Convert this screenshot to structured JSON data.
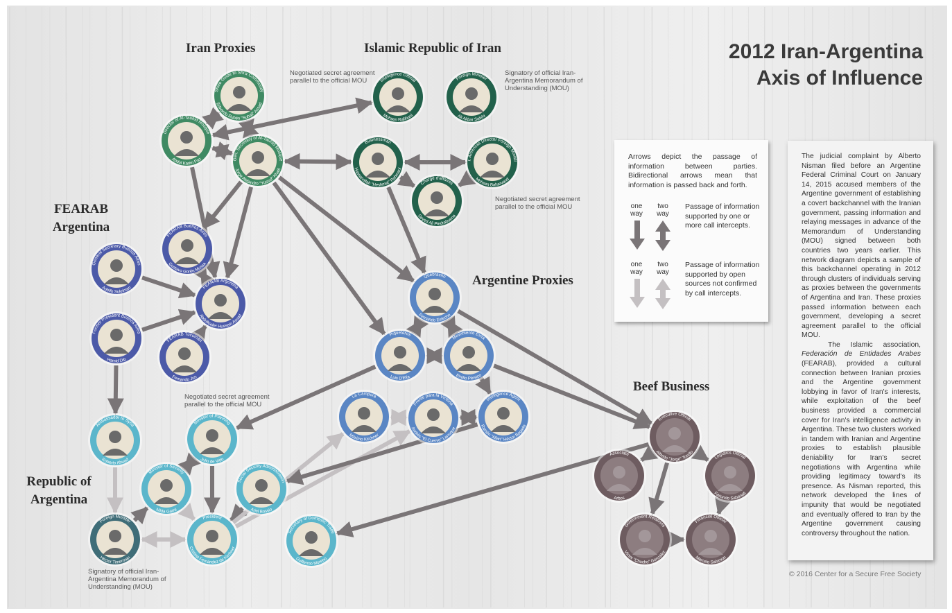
{
  "title": {
    "line1": "2012 Iran-Argentina",
    "line2": "Axis of Influence"
  },
  "section_titles": {
    "iran_proxies": "Iran Proxies",
    "islamic_republic": "Islamic Republic of Iran",
    "fearab_1": "FEARAB",
    "fearab_2": "Argentina",
    "argentine_proxies": "Argentine Proxies",
    "beef_business": "Beef Business",
    "republic_1": "Republic of",
    "republic_2": "Argentina"
  },
  "notes": {
    "secret_agreement_top_1": "Negotiated secret agreement",
    "secret_agreement_top_2": "parallel to the official MOU",
    "signatory_iran_1": "Signatory of official Iran-",
    "signatory_iran_2": "Argentina Memorandum of",
    "signatory_iran_3": "Understanding (MOU)",
    "secret_agreement_iran_1": "Negotiated secret agreement",
    "secret_agreement_iran_2": "parallel to the official MOU",
    "secret_agreement_arg_1": "Negotiated secret agreement",
    "secret_agreement_arg_2": "parallel to the official MOU",
    "signatory_arg_1": "Signatory of official Iran-",
    "signatory_arg_2": "Argentina Memorandum of",
    "signatory_arg_3": "Understanding (MOU)"
  },
  "legend": {
    "intro": "Arrows depict the passage of information between parties. Bidirectional arrows mean that information is passed back and forth.",
    "one_way_1": "one",
    "one_way_2": "way",
    "two_way_1": "two",
    "two_way_2": "way",
    "confirmed": "Passage of information supported by one or more call intercepts.",
    "unconfirmed": "Passage of information supported by open sources not confirmed by call intercepts.",
    "colors": {
      "confirmed": "#7a7577",
      "unconfirmed": "#c4c0c2"
    }
  },
  "description": {
    "p1": "The judicial complaint by Alberto Nisman filed before an Argentine Federal Criminal Court on January 14, 2015 accused members of the Argentine government of establishing a covert backchannel with the Iranian government, passing information and relaying messages in advance of the Memorandum of Understanding (MOU) signed between both countries two years earlier. This network diagram depicts a sample of this backchannel operating in 2012 through clusters of individuals serving as proxies between the governments of Argentina and Iran. These proxies passed information between each government, developing a secret agreement parallel to the official MOU.",
    "p2_a": "The Islamic association,",
    "p2_italic": "Federación de Entidades Arabes",
    "p2_b": "(FEARAB), provided a cultural connection between Iranian proxies and the Argentine government lobbying in favor of Iran's interests, while exploitation of the beef business provided a commercial cover for Iran's intelligence activity in Argentina. These two clusters worked in tandem with Iranian and Argentine proxies to establish plausible deniability for Iran's secret negotiations with Argentina while providing legitimacy toward's its presence. As Nisman reported, this network developed the lines of impunity that would be negotiated and eventually offered to Iran by the Argentine government causing controversy throughout the nation."
  },
  "copyright": "© 2016 Center for a Secure Free Society",
  "cluster_colors": {
    "iran_proxies": "#3f8a63",
    "iran_gov": "#22614b",
    "fearab": "#4c5aa8",
    "argentine_proxies": "#5a86c4",
    "republic": "#5bb6cb",
    "republic_dark": "#3f6d78",
    "beef": "#6e5c60"
  },
  "nodes": [
    {
      "id": "kabbani",
      "role": "Shiite Guide to Shi'a Community",
      "name": "Edwardo Rubén \"Suhail\" Assad",
      "cluster": "iran_proxies"
    },
    {
      "id": "karim",
      "role": "Director of Al-Tauhid Mosque",
      "name": "Abdul Karim Paz",
      "cluster": "iran_proxies"
    },
    {
      "id": "khalil",
      "role": "Gen. Secretary of Al-Tauhid Mosque",
      "name": "Jorge Alejandro \"Yussuf\" Khalil",
      "cluster": "iran_proxies"
    },
    {
      "id": "rabbani",
      "role": "Intelligence Official",
      "name": "Mohsen Rabbani",
      "cluster": "iran_gov"
    },
    {
      "id": "salehi",
      "role": "Foreign Minister",
      "name": "Ali Akbar Salehi",
      "cluster": "iran_gov"
    },
    {
      "id": "rahmani",
      "role": "Businessman",
      "name": "Hassanollah \"Heshmat\" Rahmani",
      "cluster": "iran_gov"
    },
    {
      "id": "baharvand",
      "role": "Sr. Americas Director Foreign Ministry",
      "name": "Mohsen Baharvand",
      "cluster": "iran_gov"
    },
    {
      "id": "piedrabuena",
      "role": "Chargé d'affaires",
      "name": "Seyed Ali Piedrabuena",
      "cluster": "iran_gov"
    },
    {
      "id": "mussa",
      "role": "FEARAB Buenos Aires",
      "name": "Gustavo Gorén Mussa",
      "cluster": "fearab"
    },
    {
      "id": "suleiman",
      "role": "General Secretary Buenos Aires",
      "name": "Adolfo Suleiman",
      "cluster": "fearab"
    },
    {
      "id": "assad",
      "role": "FEARAB Argentina",
      "name": "Abdelkader Hussein Assad",
      "cluster": "fearab"
    },
    {
      "id": "dib",
      "role": "Former President Buenos Aires",
      "name": "Hamid Dib",
      "cluster": "fearab"
    },
    {
      "id": "jun",
      "role": "FEARAB Tucumán",
      "name": "Fernando Jun",
      "cluster": "fearab"
    },
    {
      "id": "esteche",
      "role": "Quebracho",
      "name": "Fernando Esteche",
      "cluster": "argentine_proxies"
    },
    {
      "id": "delia",
      "role": "Piqueteros",
      "name": "Luis D'Elía",
      "cluster": "argentine_proxies"
    },
    {
      "id": "persico",
      "role": "Movimiento Evita",
      "name": "Emilio Pérsico",
      "cluster": "argentine_proxies"
    },
    {
      "id": "kirchner_m",
      "role": "La Cámpora",
      "name": "Máximo Kirchner",
      "cluster": "argentine_proxies"
    },
    {
      "id": "larroque",
      "role": "Frente para la Victoria",
      "name": "Andrés \"El Cuervo\" Larroque",
      "cluster": "argentine_proxies"
    },
    {
      "id": "bogado",
      "role": "Intelligence Agent",
      "name": "Ramón \"Allan\" Héctor Bogado",
      "cluster": "argentine_proxies"
    },
    {
      "id": "ahuad",
      "role": "Ambassador to Syria",
      "name": "Roberto Ahuad",
      "cluster": "republic"
    },
    {
      "id": "devido",
      "role": "Minister of Planning",
      "name": "Julio de Vido",
      "cluster": "republic"
    },
    {
      "id": "garre",
      "role": "Minister of Security",
      "name": "Nilda Garré",
      "cluster": "republic"
    },
    {
      "id": "bossio",
      "role": "Social Security Administration",
      "name": "Ariel Bossio",
      "cluster": "republic"
    },
    {
      "id": "timerman",
      "role": "Foreign Minister",
      "name": "Héctor Timerman",
      "cluster": "republic_dark"
    },
    {
      "id": "cfk",
      "role": "President",
      "name": "Cristina Fernández de Kirchner",
      "cluster": "republic"
    },
    {
      "id": "moreno",
      "role": "Secretary of Domestic Trade",
      "name": "Guillermo Moreno",
      "cluster": "republic"
    },
    {
      "id": "exec",
      "role": "Executive Official",
      "name": "Alfredo \"Jorge\" Torello",
      "cluster": "beef"
    },
    {
      "id": "assoc",
      "role": "Associate",
      "name": "Arbos",
      "cluster": "beef"
    },
    {
      "id": "logistics",
      "role": "Logistics Official",
      "name": "Facundo Sabanati",
      "cluster": "beef"
    },
    {
      "id": "gonzalez",
      "role": "Government Relations",
      "name": "Víctor \"Chucho\" González",
      "cluster": "beef"
    },
    {
      "id": "salamon",
      "role": "Financial Official",
      "name": "Marcelo Salamon",
      "cluster": "beef"
    }
  ]
}
